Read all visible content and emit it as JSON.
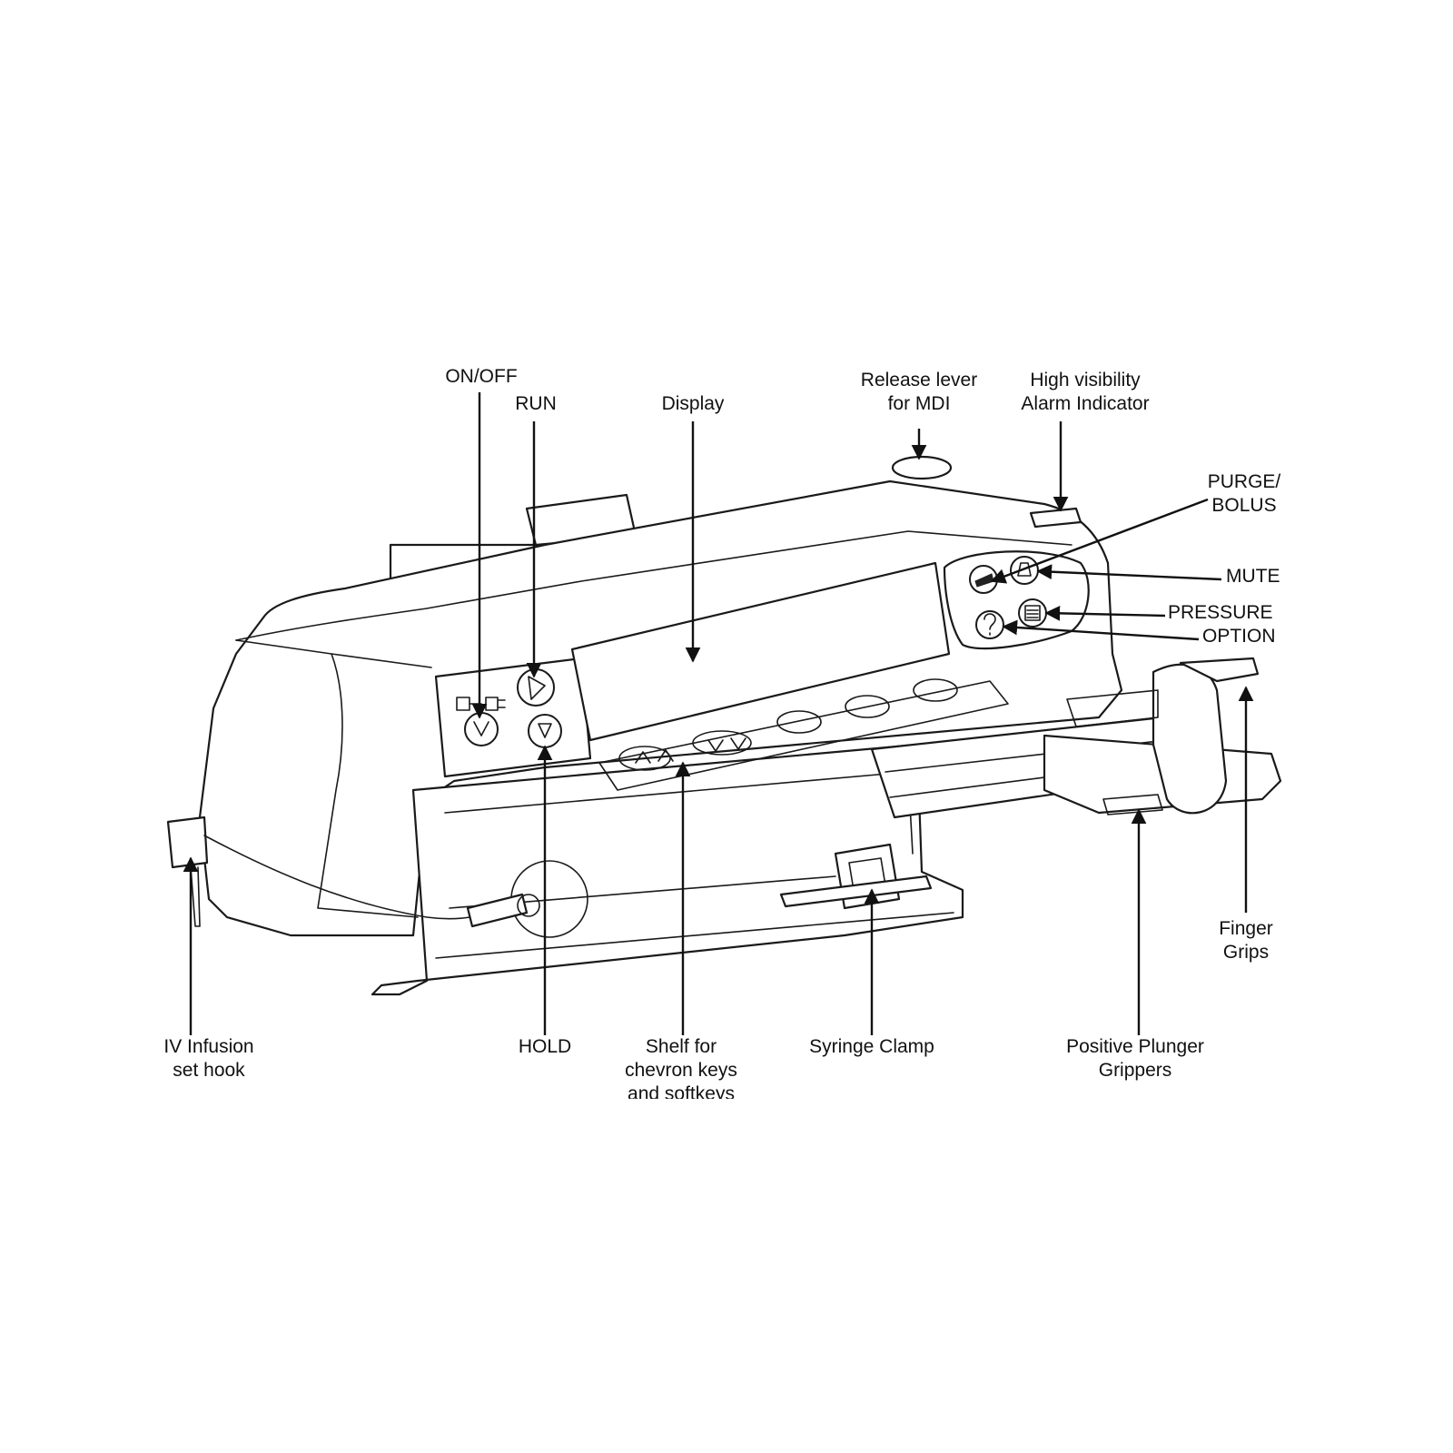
{
  "labels": {
    "on_off": "ON/OFF",
    "run": "RUN",
    "display": "Display",
    "release_lever": [
      "Release lever",
      "for MDI"
    ],
    "alarm_indicator": [
      "High visibility",
      "Alarm Indicator"
    ],
    "purge_bolus": [
      "PURGE/",
      "BOLUS"
    ],
    "mute": "MUTE",
    "pressure": "PRESSURE",
    "option": "OPTION",
    "finger_grips": [
      "Finger",
      "Grips"
    ],
    "iv_hook": [
      "IV Infusion",
      "set hook"
    ],
    "hold": "HOLD",
    "shelf": [
      "Shelf for",
      "chevron keys",
      "and softkeys"
    ],
    "syringe_clamp": "Syringe Clamp",
    "plunger_grippers": [
      "Positive Plunger",
      "Grippers"
    ]
  },
  "icons": [
    "power-plug-icon",
    "run-key-icon",
    "hold-key-icon",
    "mute-bell-icon",
    "pressure-gauge-icon",
    "help-question-icon",
    "purge-bolus-icon",
    "chevron-left-icon",
    "chevron-right-icon"
  ]
}
